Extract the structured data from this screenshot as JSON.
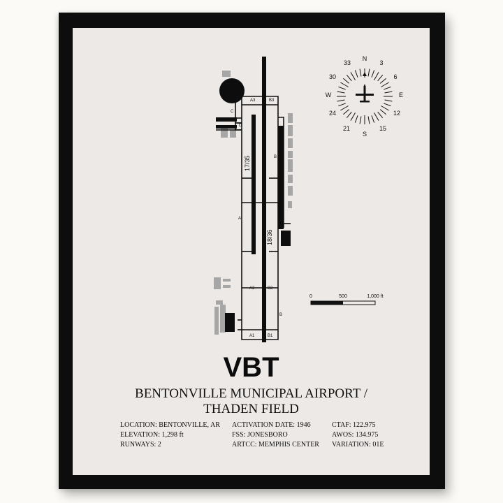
{
  "airport": {
    "code": "VBT",
    "name_line1": "BENTONVILLE MUNICIPAL AIRPORT /",
    "name_line2": "THADEN FIELD"
  },
  "info": {
    "col1": [
      "LOCATION: BENTONVILLE, AR",
      "ELEVATION: 1,298 ft",
      "RUNWAYS: 2"
    ],
    "col2": [
      "ACTIVATION DATE: 1946",
      "FSS: JONESBORO",
      "ARTCC: MEMPHIS CENTER"
    ],
    "col3": [
      "CTAF: 122.975",
      "AWOS: 134.975",
      "VARIATION: 01E"
    ]
  },
  "diagram": {
    "runways": [
      "17/35",
      "18/36"
    ],
    "taxiways": [
      "A3",
      "B3",
      "C",
      "D",
      "B",
      "A",
      "A2",
      "B2",
      "B",
      "A1",
      "B1"
    ]
  },
  "compass": {
    "labels": [
      "N",
      "3",
      "6",
      "E",
      "12",
      "15",
      "S",
      "21",
      "24",
      "W",
      "30",
      "33"
    ]
  },
  "scale": {
    "labels": [
      "0",
      "500",
      "1,000 ft"
    ]
  },
  "colors": {
    "frame": "#0d0d0d",
    "paper": "#ece9e7",
    "ink": "#111111",
    "building_gray": "#a6a6a6"
  }
}
